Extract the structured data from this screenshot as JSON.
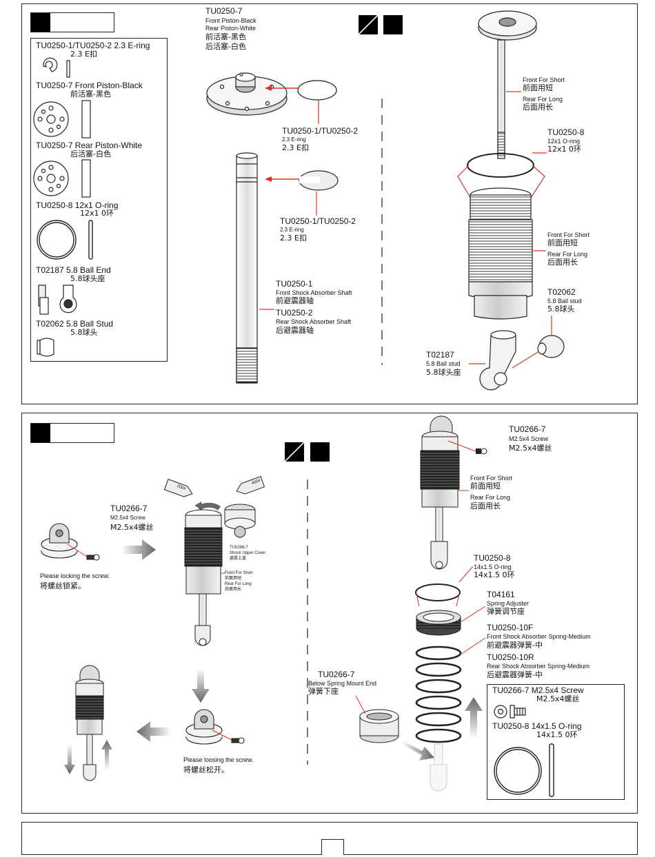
{
  "panel1": {
    "parts_list": [
      {
        "code": "TU0250-1/TU0250-2 2.3 E-ring",
        "cn": "2.3 E扣"
      },
      {
        "code": "TU0250-7 Front Piston-Black",
        "cn": "前活塞-黑色"
      },
      {
        "code": "TU0250-7 Rear Piston-White",
        "cn": "后活塞-白色"
      },
      {
        "code": "TU0250-8 12x1 O-ring",
        "cn": "12x1 0环"
      },
      {
        "code": "T02187 5.8 Ball End",
        "cn": "5.8球头座"
      },
      {
        "code": "T02062 5.8 Ball Stud",
        "cn": "5.8球头"
      }
    ],
    "piston": {
      "code": "TU0250-7",
      "line1": "Front Piston-Black",
      "line2": "Rear Piston-White",
      "cn1": "前活塞-黑色",
      "cn2": "后活塞-白色"
    },
    "ering_a": {
      "code": "TU0250-1/TU0250-2",
      "en": "2.3 E-ring",
      "cn": "2.3 E扣"
    },
    "ering_b": {
      "code": "TU0250-1/TU0250-2",
      "en": "2.3 E-ring",
      "cn": "2.3 E扣"
    },
    "shaft": {
      "code1": "TU0250-1",
      "en1": "Front Shock Absorber Shaft",
      "cn1": "前避震器轴",
      "code2": "TU0250-2",
      "en2": "Rear Shock Absorber Shaft",
      "cn2": "后避震器轴"
    },
    "shaft_length": {
      "en1": "Front For Short",
      "cn1": "前面用短",
      "en2": "Rear For Long",
      "cn2": "后面用长"
    },
    "oring": {
      "code": "TU0250-8",
      "en": "12x1 O-ring",
      "cn": "12x1 0环"
    },
    "body_length": {
      "en1": "Front For Short",
      "cn1": "前面用短",
      "en2": "Rear For Long",
      "cn2": "后面用长"
    },
    "ball_stud": {
      "code": "T02062",
      "en": "5.8 Ball stud",
      "cn": "5.8球头"
    },
    "ball_end": {
      "code": "T02187",
      "en": "5.8 Ball stud",
      "cn": "5.8球头座"
    }
  },
  "panel2": {
    "screw_a": {
      "code": "TU0266-7",
      "en": "M2.5x4 Screw",
      "cn": "M2.5x4螺丝"
    },
    "lock_note": {
      "en": "Please locking the screw.",
      "cn": "将螺丝锁紧。"
    },
    "bottle_left": "200#",
    "bottle_right": "400#",
    "cover": {
      "code": "TU0266-7",
      "en": "Shock Upper Cover",
      "cn": "避震上盖"
    },
    "small_length": {
      "en1": "Front For Short",
      "cn1": "前面用短",
      "en2": "Rear For Long",
      "cn2": "后面用长"
    },
    "loose_note": {
      "en": "Please loosing the screw.",
      "cn": "将螺丝松开。"
    },
    "screw_b": {
      "code": "TU0266-7",
      "en": "M2.5x4 Screw",
      "cn": "M2.5x4螺丝"
    },
    "length_b": {
      "en1": "Front For Short",
      "cn1": "前面用短",
      "en2": "Rear For Long",
      "cn2": "后面用长"
    },
    "oring_b": {
      "code": "TU0250-8",
      "en": "14x1.5 O-ring",
      "cn": "14x1.5 0环"
    },
    "adjuster": {
      "code": "T04161",
      "en": "Spring Adjuster",
      "cn": "弹簧调节座"
    },
    "spring": {
      "code1": "TU0250-10F",
      "en1": "Front Shock Absorber Spring-Medium",
      "cn1": "前避震器弹簧-中",
      "code2": "TU0250-10R",
      "en2": "Rear Shock Absorber Spring-Medium",
      "cn2": "后避震器弹簧-中"
    },
    "mount": {
      "code": "TU0266-7",
      "en": "Below Spring Mount End",
      "cn": "弹簧下座"
    },
    "legend": [
      {
        "code": "TU0266-7 M2.5x4 Screw",
        "cn": "M2.5x4螺丝"
      },
      {
        "code": "TU0250-8 14x1.5 O-ring",
        "cn": "14x1.5 0环"
      }
    ]
  }
}
